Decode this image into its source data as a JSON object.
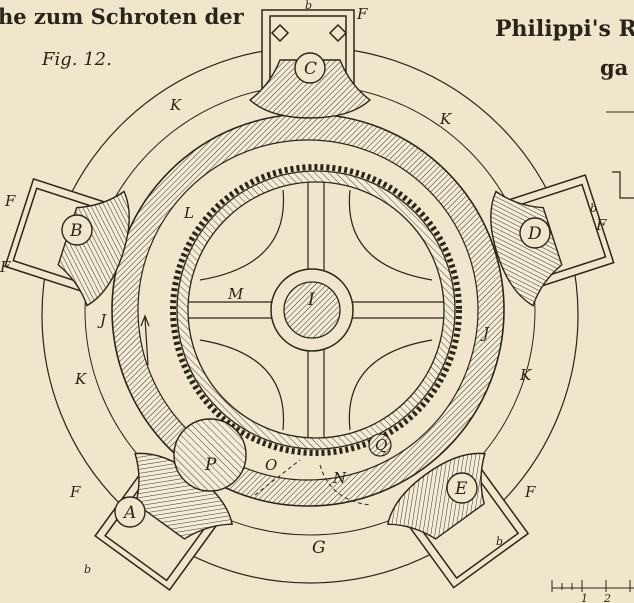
{
  "header": {
    "left_title": "he zum Schroten der",
    "right_title_line1": "Philippi's R",
    "right_title_line2": "ga"
  },
  "figure_label": "Fig. 12.",
  "part_labels": {
    "center": "I",
    "pulleys": [
      "A",
      "B",
      "C",
      "D",
      "E"
    ],
    "frames": "F",
    "ring": "J",
    "outer_ring": "K",
    "gear": "L",
    "spoke": "M",
    "n": "N",
    "o": "O",
    "p": "P",
    "q": "Q",
    "base": "G",
    "small_b": "b"
  },
  "scale": {
    "ticks": [
      "1",
      "2"
    ]
  },
  "colors": {
    "paper": "#efe6cc",
    "ink": "#2b2519"
  }
}
